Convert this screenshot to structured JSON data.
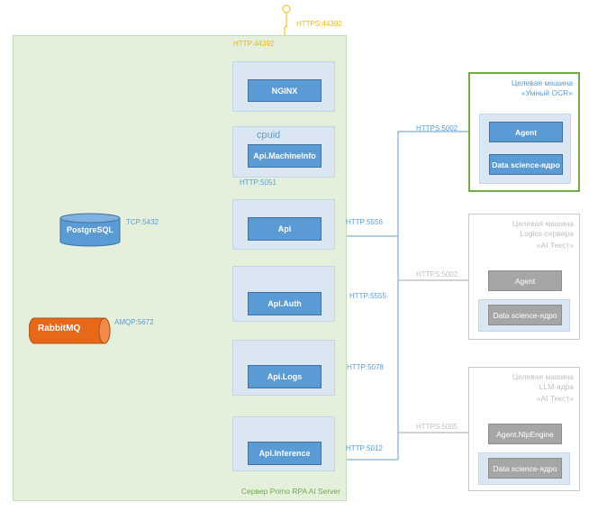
{
  "server": {
    "caption": "Сервер Primo RPA AI Server"
  },
  "services": {
    "nginx": "NGINX",
    "cpuid": "cpuid",
    "machineinfo": "Api.MachineInfo",
    "api": "Api",
    "auth": "Api.Auth",
    "logs": "Api.Logs",
    "inference": "Api.Inference"
  },
  "datastores": {
    "postgres": "PostgreSQL",
    "rabbitmq": "RabbitMQ"
  },
  "ports": {
    "https_top": "HTTPS:44392",
    "http_nginx": "HTTP:44392",
    "http_5051": "HTTP:5051",
    "tcp_5432": "TCP:5432",
    "amqp_5672": "AMQP:5672",
    "http_5556": "HTTP:5556",
    "http_5555": "HTTP:5555",
    "http_5078": "HTTP:5078",
    "http_5012": "HTTP:5012",
    "https_5002_a": "HTTPS:5002",
    "https_5002_b": "HTTPS:5002",
    "https_5005": "HTTPS:5005"
  },
  "machines": [
    {
      "title_1": "Целевая машина",
      "title_2": "«Умный OCR»",
      "title_3": "",
      "agent": "Agent",
      "ds": "Data science-ядро",
      "active": true
    },
    {
      "title_1": "Целевая машина",
      "title_2": "Logics-сервера",
      "title_3": "«AI Текст»",
      "agent": "Agent",
      "ds": "Data science-ядро",
      "active": false
    },
    {
      "title_1": "Целевая машина",
      "title_2": "LLM-ядра",
      "title_3": "«AI Текст»",
      "agent": "Agent.NlpEngine",
      "ds": "Data science-ядро",
      "active": false
    }
  ],
  "colors": {
    "server_bg": "#e4efdc",
    "service": "#5b9bd5",
    "slot": "#dbe6f3",
    "green_border": "#70ad47",
    "yellow_line": "#f5b700",
    "orange_line": "#c55a11",
    "rabbitmq": "#e8681a",
    "inactive_node": "#a6a6a6"
  }
}
